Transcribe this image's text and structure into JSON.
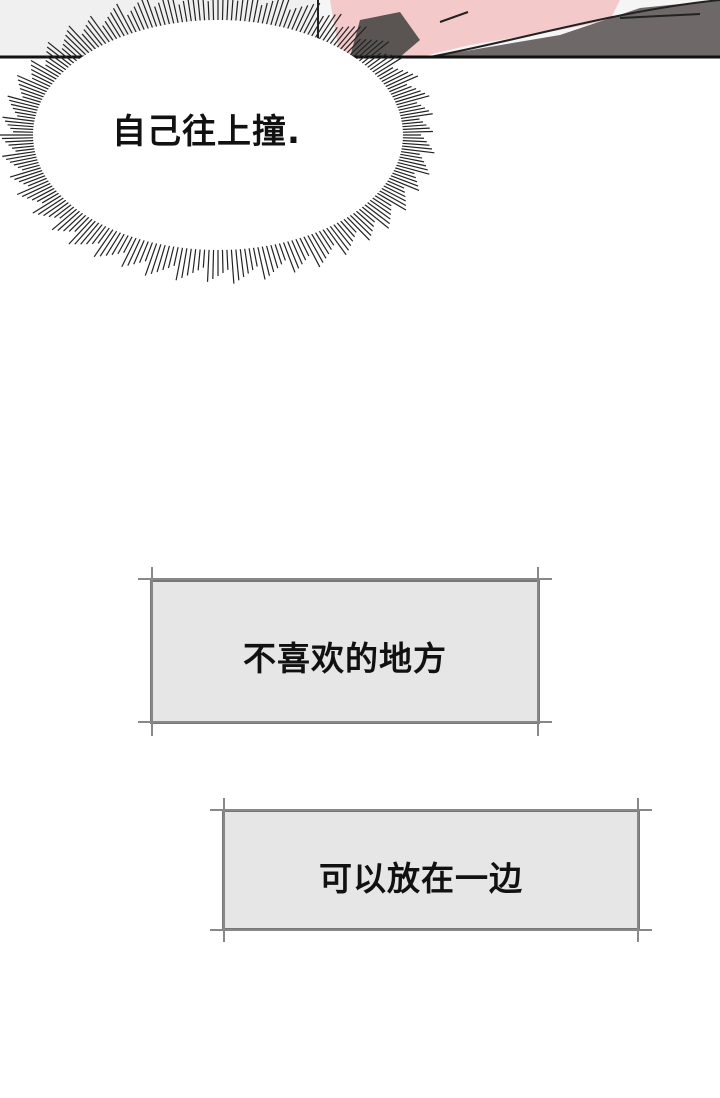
{
  "bubble": {
    "text": "自己往上撞."
  },
  "captions": [
    {
      "text": "不喜欢的地方"
    },
    {
      "text": "可以放在一边"
    }
  ],
  "colors": {
    "bubble_fill": "#ffffff",
    "caption_fill": "#e6e6e6",
    "caption_border": "#777777",
    "skin": "#f4c9c9",
    "clothing": "#6e6968"
  }
}
